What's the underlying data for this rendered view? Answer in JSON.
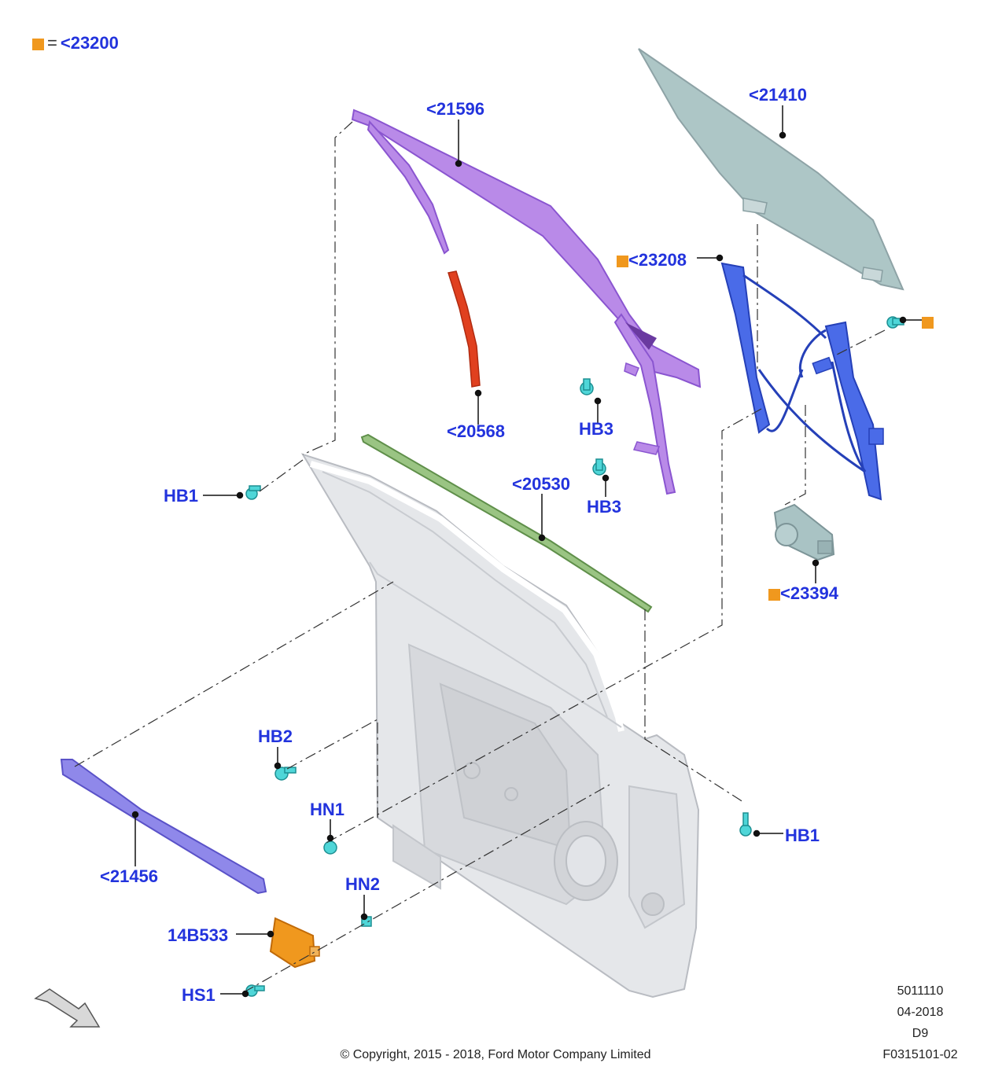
{
  "legend": {
    "symbol": "orange-square",
    "equals": "=",
    "code": "<23200"
  },
  "callouts": {
    "c21596": "<21596",
    "c21410": "<21410",
    "c23208": "<23208",
    "c20568": "<20568",
    "hb3_upper": "HB3",
    "hb3_lower": "HB3",
    "hb1_left": "HB1",
    "c20530": "<20530",
    "c23394": "<23394",
    "hb2": "HB2",
    "hn1": "HN1",
    "hb1_right": "HB1",
    "c21456": "<21456",
    "hn2": "HN2",
    "c14b533": "14B533",
    "hs1": "HS1"
  },
  "footer": {
    "illustration_number": "5011110",
    "date": "04-2018",
    "revision": "D9",
    "figure_id": "F0315101-02",
    "copyright": "© Copyright, 2015 - 2018, Ford Motor Company Limited"
  },
  "colors": {
    "label": "#2233dd",
    "marker": "#f0981e",
    "glass_run": "#a070e0",
    "glass": "#a9c3c4",
    "regulator": "#3355dd",
    "seal_green": "#9ac483",
    "seal_red": "#e0401f",
    "belt_molding": "#7f77e8",
    "fastener": "#4fd6d8",
    "module": "#f0981e",
    "door": "#e4e6ea"
  },
  "icons": [
    "orange-square-marker",
    "direction-arrow-icon"
  ]
}
